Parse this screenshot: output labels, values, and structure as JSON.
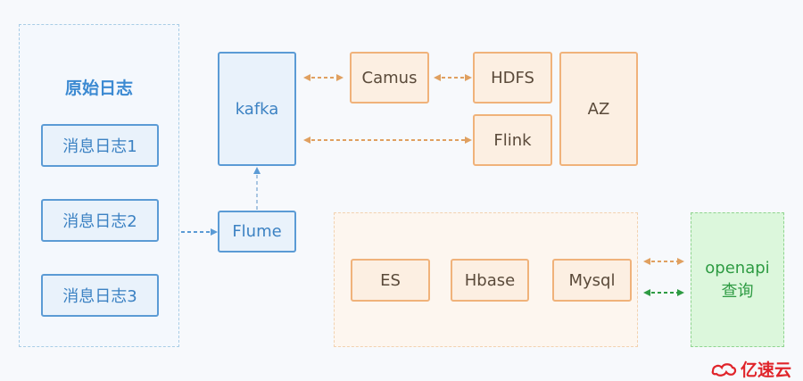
{
  "source_group": {
    "title": "原始日志",
    "items": [
      "消息日志1",
      "消息日志2",
      "消息日志3"
    ]
  },
  "nodes": {
    "kafka": "kafka",
    "flume": "Flume",
    "camus": "Camus",
    "hdfs": "HDFS",
    "flink": "Flink",
    "az": "AZ",
    "es": "ES",
    "hbase": "Hbase",
    "mysql": "Mysql"
  },
  "openapi": {
    "line1": "openapi",
    "line2": "查询"
  },
  "logo": {
    "text": "亿速云",
    "icon": "cloud-logo-icon"
  },
  "colors": {
    "blue": "#5b9bd5",
    "orange": "#e0a060",
    "green": "#2e9b43",
    "logo_red": "#e0242a"
  }
}
